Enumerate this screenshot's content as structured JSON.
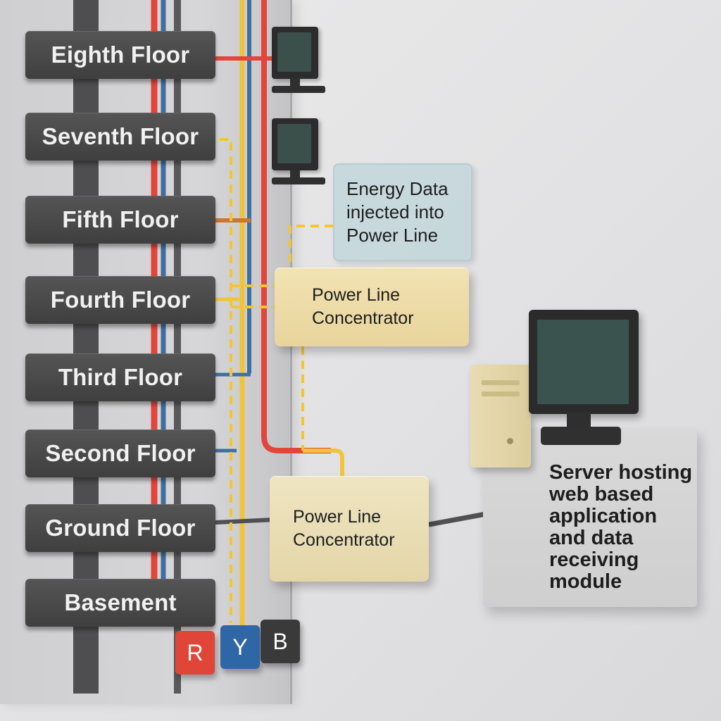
{
  "floors": {
    "eighth": "Eighth Floor",
    "seventh": "Seventh Floor",
    "fifth": "Fifth Floor",
    "fourth": "Fourth Floor",
    "third": "Third Floor",
    "second": "Second Floor",
    "ground": "Ground Floor",
    "basement": "Basement"
  },
  "callout": {
    "text": "Energy Data injected into Power Line"
  },
  "concentrators": {
    "upper": "Power Line Concentrator",
    "lower": "Power Line Concentrator"
  },
  "server": {
    "text": "Server hosting web based application and data receiving module"
  },
  "phases": {
    "r": {
      "label": "R",
      "color": "#e04637"
    },
    "y": {
      "label": "Y",
      "color": "#2f66a6"
    },
    "b": {
      "label": "B",
      "color": "#3a3a3b"
    }
  },
  "colors": {
    "red_wire": "#e2463a",
    "blue_wire": "#3f6f9e",
    "yellow_wire": "#f0c43a",
    "signal_dashed": "#f2c531",
    "grey_cable": "#505052"
  }
}
